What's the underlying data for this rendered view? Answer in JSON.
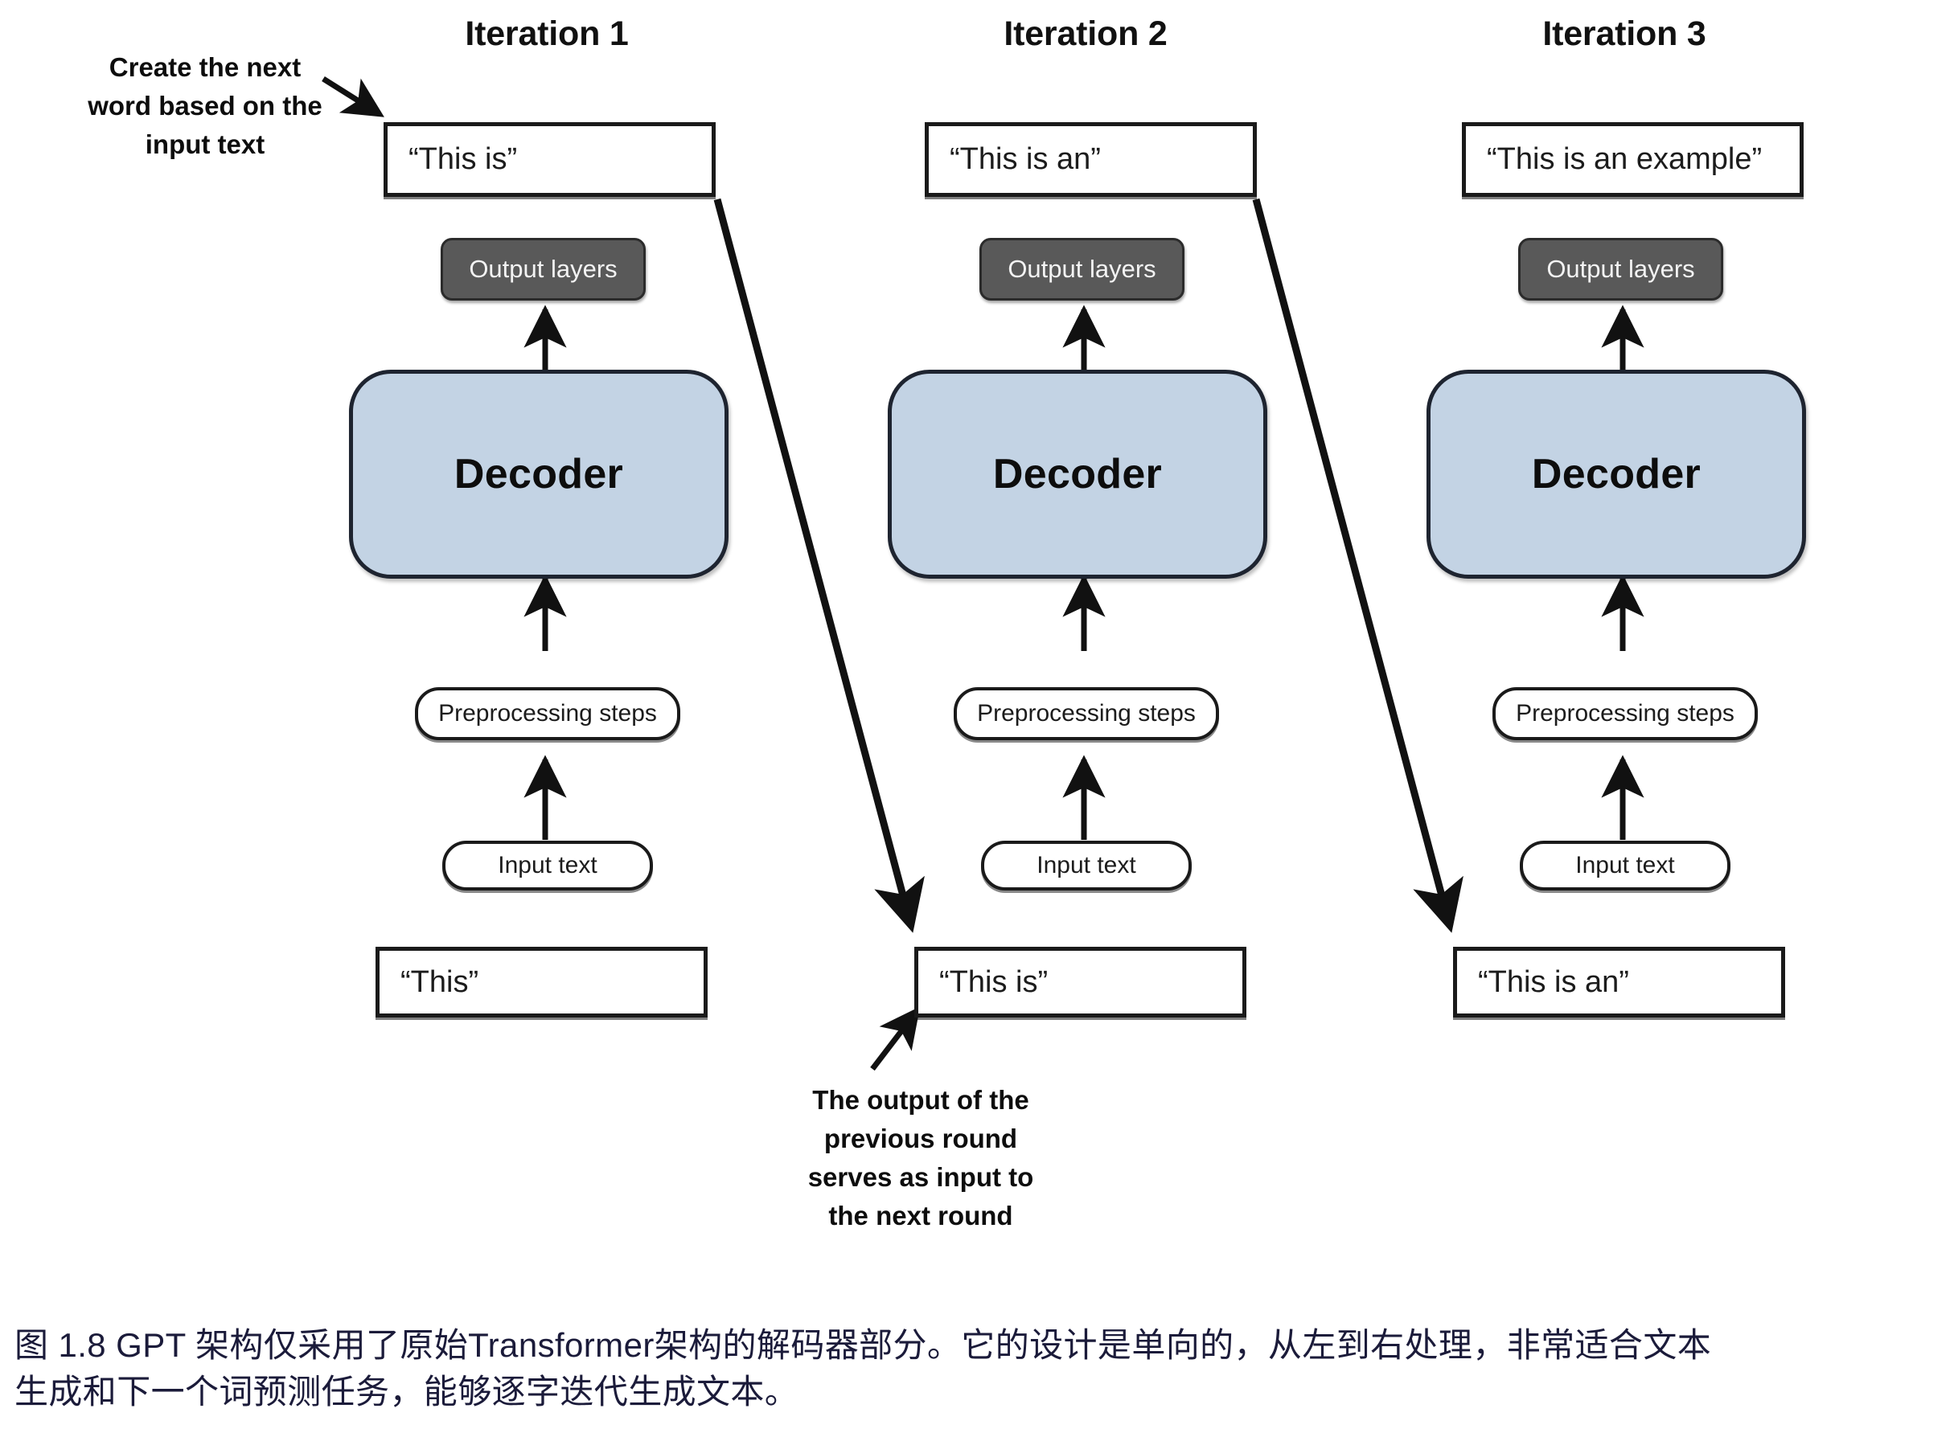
{
  "figure": {
    "columns": [
      {
        "title": "Iteration 1",
        "output_text": "“This is”",
        "output_layers_label": "Output layers",
        "decoder_label": "Decoder",
        "preprocessing_label": "Preprocessing steps",
        "input_label": "Input text",
        "input_text": "“This”"
      },
      {
        "title": "Iteration 2",
        "output_text": "“This is an”",
        "output_layers_label": "Output layers",
        "decoder_label": "Decoder",
        "preprocessing_label": "Preprocessing steps",
        "input_label": "Input text",
        "input_text": "“This is”"
      },
      {
        "title": "Iteration 3",
        "output_text": "“This is an example”",
        "output_layers_label": "Output layers",
        "decoder_label": "Decoder",
        "preprocessing_label": "Preprocessing steps",
        "input_label": "Input text",
        "input_text": "“This is an”"
      }
    ],
    "annotations": {
      "top_left": "Create the next\nword based on the\ninput text",
      "bottom_center": "The output of the\nprevious round\nserves as input to\nthe next round"
    },
    "caption": {
      "line1": "图 1.8  GPT 架构仅采用了原始Transformer架构的解码器部分。它的设计是单向的，从左到右处理，非常适合文本",
      "line2": "生成和下一个词预测任务，能够逐字迭代生成文本。"
    },
    "colors": {
      "decoder_fill": "#c3d3e4",
      "output_layers_fill": "#595959",
      "stroke": "#1a1a1a",
      "caption_text": "#1b1b3a",
      "page_background": "#ffffff"
    }
  }
}
